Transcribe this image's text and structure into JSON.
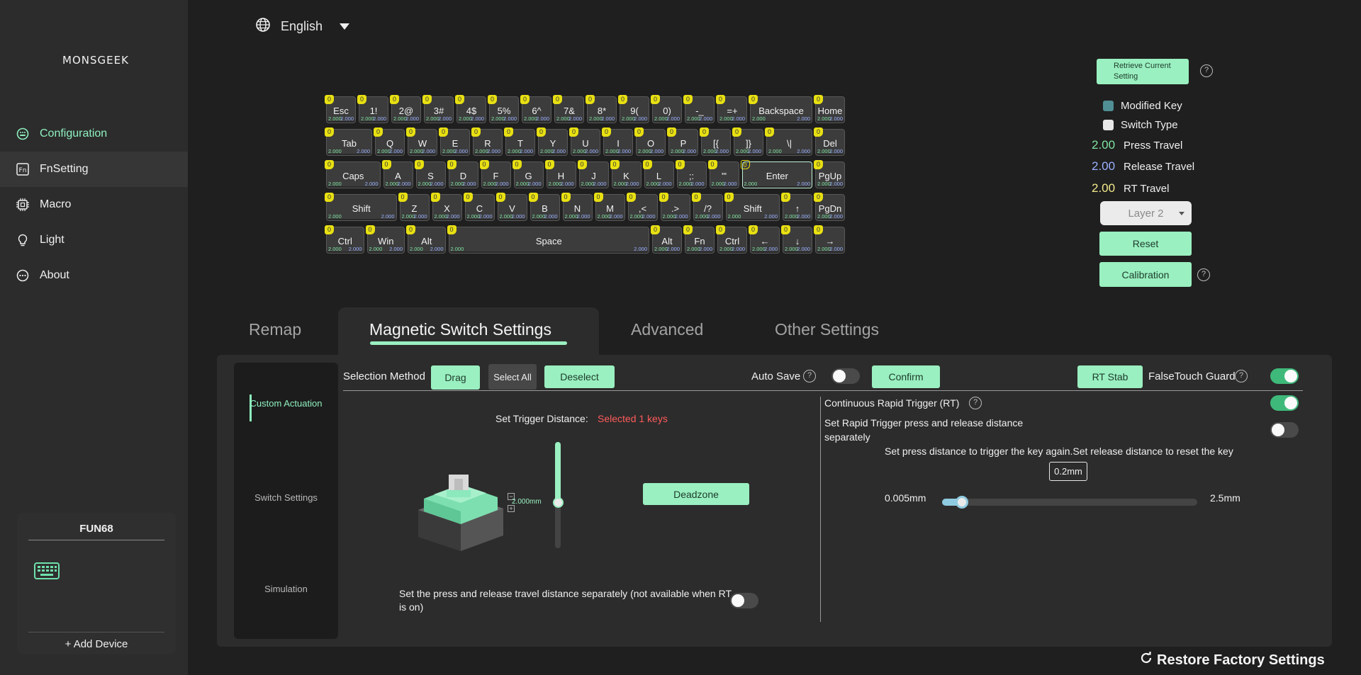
{
  "sidebar": {
    "logo": "MONSGEEK",
    "items": [
      {
        "label": "Configuration",
        "icon": "configuration-icon"
      },
      {
        "label": "FnSetting",
        "icon": "fn-icon"
      },
      {
        "label": "Macro",
        "icon": "chip-icon"
      },
      {
        "label": "Light",
        "icon": "bulb-icon"
      },
      {
        "label": "About",
        "icon": "more-icon"
      }
    ],
    "device": {
      "name": "FUN68",
      "add_label": "+ Add Device"
    }
  },
  "language": {
    "label": "English"
  },
  "keyboard": {
    "value_default": "2.000",
    "badge": "0",
    "rows": [
      [
        "Esc",
        "1!",
        "2@",
        "3#",
        "4$",
        "5%",
        "6^",
        "7&",
        "8*",
        "9(",
        "0)",
        "-_",
        "=+",
        "Backspace",
        "Home"
      ],
      [
        "Tab",
        "Q",
        "W",
        "E",
        "R",
        "T",
        "Y",
        "U",
        "I",
        "O",
        "P",
        "[{",
        "]}",
        "\\|",
        "Del"
      ],
      [
        "Caps",
        "A",
        "S",
        "D",
        "F",
        "G",
        "H",
        "J",
        "K",
        "L",
        ";:",
        "'\"",
        "Enter",
        "PgUp"
      ],
      [
        "Shift",
        "Z",
        "X",
        "C",
        "V",
        "B",
        "N",
        "M",
        ",<",
        ".>",
        "/?",
        "Shift",
        "↑",
        "PgDn"
      ],
      [
        "Ctrl",
        "Win",
        "Alt",
        "Space",
        "Alt",
        "Fn",
        "Ctrl",
        "←",
        "↓",
        "→"
      ]
    ]
  },
  "right_panel": {
    "retrieve_label": "Retrieve Current Setting",
    "legend": {
      "modified_key": "Modified Key",
      "switch_type": "Switch Type",
      "press_value": "2.00",
      "press_label": "Press Travel",
      "release_value": "2.00",
      "release_label": "Release Travel",
      "rt_value": "2.00",
      "rt_label": "RT Travel"
    },
    "layer": "Layer 2",
    "reset_label": "Reset",
    "calibration_label": "Calibration",
    "help": "?"
  },
  "tabs": [
    "Remap",
    "Magnetic Switch Settings",
    "Advanced",
    "Other Settings"
  ],
  "subnav": [
    "Custom Actuation",
    "Switch Settings",
    "Simulation"
  ],
  "toolbar": {
    "selection_method": "Selection Method",
    "drag": "Drag",
    "select_all": "Select All",
    "deselect": "Deselect",
    "auto_save": "Auto Save",
    "confirm": "Confirm",
    "rt_stab": "RT Stab",
    "falsetouch": "FalseTouch Guard"
  },
  "trigger": {
    "label": "Set Trigger Distance:",
    "selected": "Selected 1 keys",
    "value": "2.000mm",
    "deadzone": "Deadzone",
    "separate_note": "Set the press and release travel distance separately (not available when RT is on)"
  },
  "rt": {
    "title": "Continuous Rapid Trigger (RT)",
    "separate": "Set Rapid Trigger press and release distance separately",
    "desc": "Set press distance to trigger the key again.Set release distance to reset the key",
    "value": "0.2mm",
    "min": "0.005mm",
    "max": "2.5mm"
  },
  "restore_label": "Restore Factory Settings",
  "colors": {
    "accent": "#9af0c0",
    "press": "#7fe3a0",
    "release": "#9ab0ff",
    "rt": "#f3e98a",
    "error": "#ff5a5a"
  }
}
